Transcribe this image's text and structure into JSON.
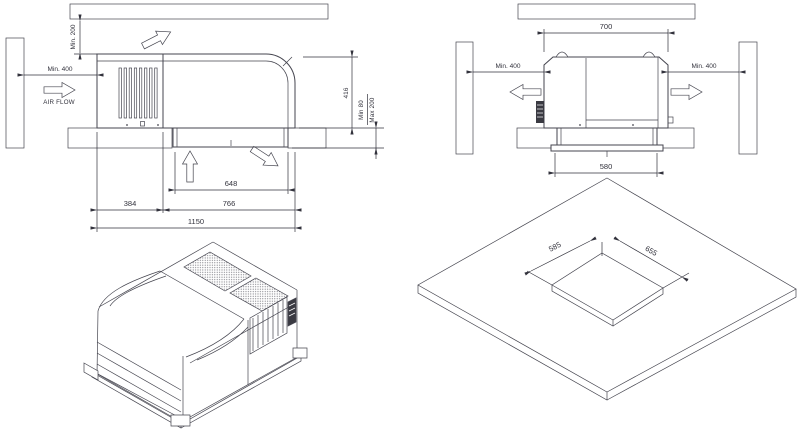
{
  "drawing": {
    "background": "#ffffff",
    "line_color": "#45454f",
    "dim_color": "#32323c",
    "wall_fill": "#a8a8a8",
    "wall_hatch_color": "#858585",
    "label_fill": "#3a3a42"
  },
  "side_view": {
    "clearance_top": "Min. 200",
    "clearance_left": "Min. 400",
    "airflow_label": "AIR FLOW",
    "opening_width": "648",
    "left_section": "384",
    "right_section": "766",
    "total_length": "1150",
    "unit_height": "416",
    "roof_thickness_min": "Min 80",
    "roof_thickness_max": "Max 200"
  },
  "front_view": {
    "unit_width": "700",
    "clearance_left": "Min. 400",
    "clearance_right": "Min. 400",
    "opening_width": "580"
  },
  "cutout_view": {
    "opening_depth": "585",
    "opening_width": "655"
  }
}
